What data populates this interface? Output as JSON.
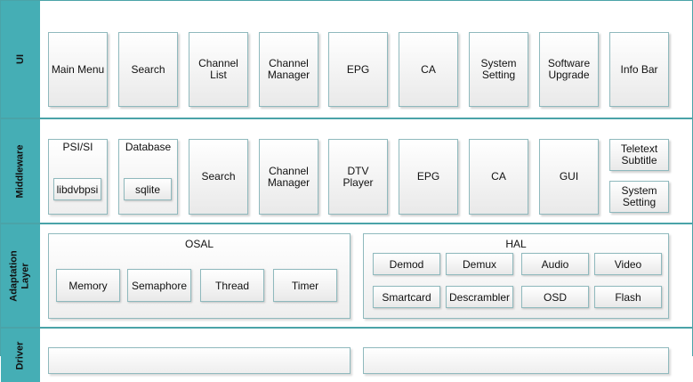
{
  "layers": {
    "ui": {
      "label": "UI",
      "items": [
        "Main Menu",
        "Search",
        "Channel\nList",
        "Channel\nManager",
        "EPG",
        "CA",
        "System\nSetting",
        "Software\nUpgrade",
        "Info Bar"
      ]
    },
    "middleware": {
      "label": "Middleware",
      "psi": {
        "title": "PSI/SI",
        "inner": "libdvbpsi"
      },
      "database": {
        "title": "Database",
        "inner": "sqlite"
      },
      "items": [
        "Search",
        "Channel\nManager",
        "DTV\nPlayer",
        "EPG",
        "CA",
        "GUI"
      ],
      "teletext": "Teletext\nSubtitle",
      "system_setting": "System\nSetting"
    },
    "adaptation": {
      "label": "Adaptation\nLayer",
      "osal": {
        "title": "OSAL",
        "items": [
          "Memory",
          "Semaphore",
          "Thread",
          "Timer"
        ]
      },
      "hal": {
        "title": "HAL",
        "items": [
          "Demod",
          "Demux",
          "Audio",
          "Video",
          "Smartcard",
          "Descrambler",
          "OSD",
          "Flash"
        ]
      }
    },
    "driver": {
      "label": "Driver"
    }
  },
  "colors": {
    "label_bg": "#45aeb5",
    "border": "#4aa3a8",
    "box_border": "#8fb9bd"
  }
}
